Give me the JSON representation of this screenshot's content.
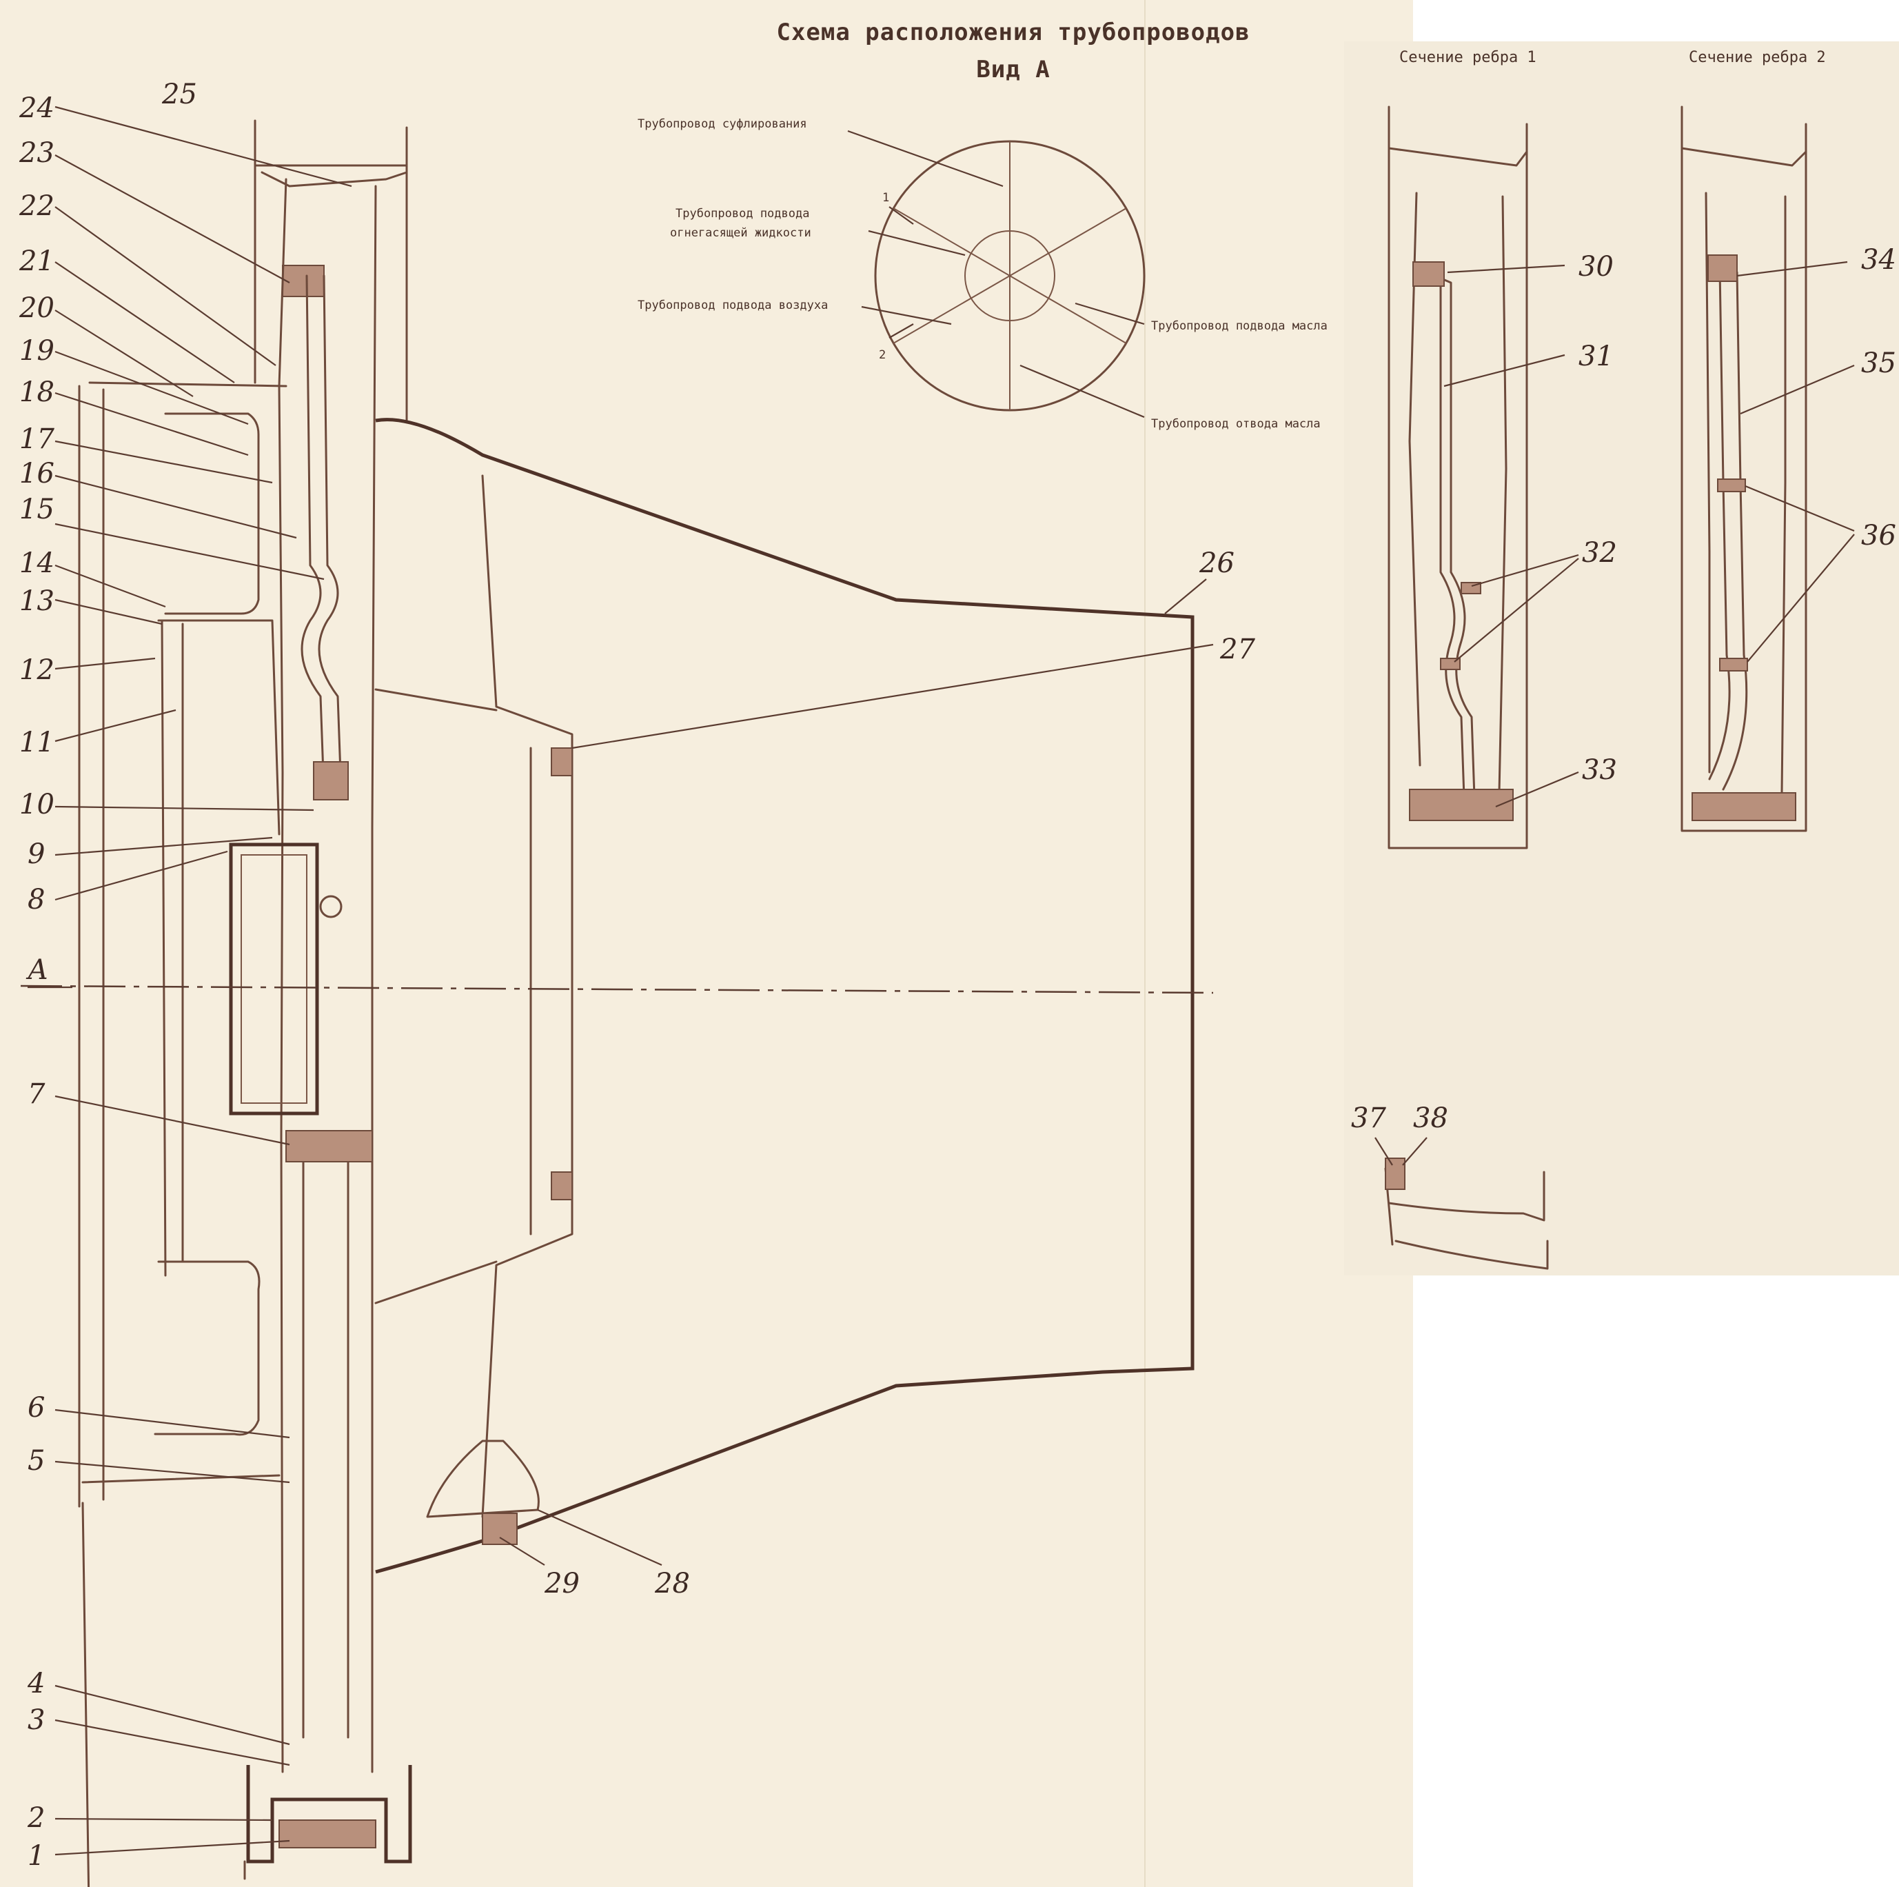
{
  "title": "Схема расположения трубопроводов",
  "subtitle": "Вид А",
  "section_titles": {
    "rib1": "Сечение ребра 1",
    "rib2": "Сечение ребра 2"
  },
  "scheme_labels": {
    "breather": "Трубопровод суфлирования",
    "extinguisher_1": "Трубопровод подвода",
    "extinguisher_2": "огнегасящей жидкости",
    "air": "Трубопровод подвода воздуха",
    "oil_supply": "Трубопровод подвода масла",
    "oil_return": "Трубопровод отвода масла",
    "rib_1": "1",
    "rib_2": "2"
  },
  "view_label": "А",
  "callouts": {
    "n1": "1",
    "n2": "2",
    "n3": "3",
    "n4": "4",
    "n5": "5",
    "n6": "6",
    "n7": "7",
    "n8": "8",
    "n9": "9",
    "n10": "10",
    "n11": "11",
    "n12": "12",
    "n13": "13",
    "n14": "14",
    "n15": "15",
    "n16": "16",
    "n17": "17",
    "n18": "18",
    "n19": "19",
    "n20": "20",
    "n21": "21",
    "n22": "22",
    "n23": "23",
    "n24": "24",
    "n25": "25",
    "n26": "26",
    "n27": "27",
    "n28": "28",
    "n29": "29",
    "n30": "30",
    "n31": "31",
    "n32": "32",
    "n33": "33",
    "n34": "34",
    "n35": "35",
    "n36": "36",
    "n37": "37",
    "n38": "38"
  },
  "colors": {
    "paper": "#f6eede",
    "ink": "#6d4a3b",
    "hatch": "#b8907c"
  }
}
